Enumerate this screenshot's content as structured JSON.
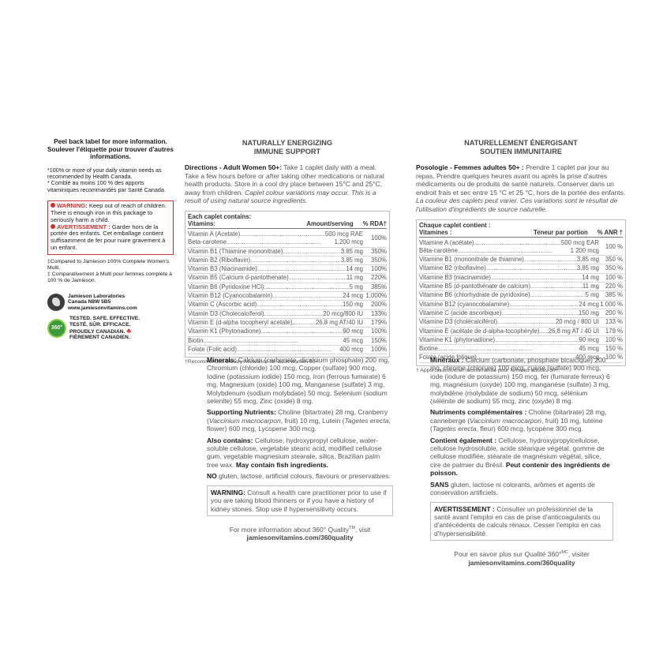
{
  "left": {
    "peel_en": "Peel back label for more information.",
    "peel_fr": "Soulever l'étiquette pour trouver d'autres informations.",
    "note_en": "*100% or more of your daily vitamin needs as recommended by Health Canada.",
    "note_fr": "* Comblé au moins 100 % des apports vitaminiques recommandés par Santé Canada.",
    "warning_label": "WARNING:",
    "warning_text": "Keep out of reach of children. There is enough iron in this package to seriously harm a child.",
    "avert_label": "AVERTISSEMENT :",
    "avert_text": "Garder hors de la portée des enfants. Cet emballage contient suffisamment de fer pour nuire gravement à un enfant.",
    "compare_en": "‡Compared to Jamieson 100% Complete Women's Multi.",
    "compare_fr": "‡ Comparativement à Multi pour femmes complète à 100 % de Jamieson.",
    "company": "Jamieson Laboratories",
    "address": "Canada  N8W 5B5",
    "web": "www.jamiesonvitamins.com",
    "badge_lines": [
      "TESTED. SAFE. EFFECTIVE.",
      "TESTÉ. SÛR. EFFICACE.",
      "PROUDLY CANADIAN.",
      "FIÈREMENT CANADIEN."
    ],
    "badge_360": "360°",
    "logo_icon": "jamieson-logo-icon",
    "quality_icon": "360-quality-seal-icon",
    "accent_color": "#d0312d"
  },
  "en": {
    "title1": "NATURALLY ENERGIZING",
    "title2": "IMMUNE SUPPORT",
    "dir_label": "Directions - Adult Women 50+:",
    "dir_text": " Take 1 caplet daily with a meal. Take a few hours before or after taking other medications or natural health products. Store in a cool dry place between 15°C and 25°C, away from children. ",
    "dir_italic": "Caplet colour variations may occur. This is a result of using natural source ingredients.",
    "each": "Each caplet contains:",
    "col_vit": "Vitamins:",
    "col_amt": "Amount/serving",
    "col_pct": "% RDA†",
    "vitA": {
      "name": "Vitamin A (Acetate)",
      "amt": "500 mcg RAE",
      "name2": "Beta-carotene",
      "amt2": "1,200 mcg",
      "pct": "100%"
    },
    "vitamins": [
      {
        "name": "Vitamin B1 (Thiamine mononitrate)",
        "amt": "3.85 mg",
        "pct": "350%"
      },
      {
        "name": "Vitamin B2 (Riboflavin)",
        "amt": "3.85 mg",
        "pct": "350%"
      },
      {
        "name": "Vitamin B3 (Niacinamide)",
        "amt": "14 mg",
        "pct": "100%"
      },
      {
        "name": "Vitamin B5 (Calcium d-pantothenate)",
        "amt": "11 mg",
        "pct": "220%"
      },
      {
        "name": "Vitamin B6 (Pyridoxine HCl)",
        "amt": "5 mg",
        "pct": "385%"
      },
      {
        "name": "Vitamin B12 (Cyanocobalamin)",
        "amt": "24 mcg",
        "pct": "1,000%"
      },
      {
        "name": "Vitamin C (Ascorbic acid)",
        "amt": "150 mg",
        "pct": "200%"
      },
      {
        "name": "Vitamin D3 (Cholecalciferol)",
        "amt": "20 mcg/800 IU",
        "pct": "133%"
      },
      {
        "name": "Vitamin E (d-alpha tocopheryl acetate)",
        "amt": "26.8 mg AT/40 IU",
        "pct": "179%"
      },
      {
        "name": "Vitamin K1 (Phytonadione)",
        "amt": "90 mcg",
        "pct": "100%"
      },
      {
        "name": "Biotin",
        "amt": "45 mcg",
        "pct": "150%"
      },
      {
        "name": "Folate (Folic acid)",
        "amt": "400 mcg",
        "pct": "100%"
      }
    ],
    "footnote": "†Recommended Dietary Allowance for adult women 50+.",
    "minerals_label": "Minerals:",
    "minerals": " Calcium (carbonate, dicalcium phosphate) 200 mg, Chromium (chloride) 100 mcg, Copper (sulfate) 900 mcg, Iodine (potassium iodide) 150 mcg, Iron (ferrous fumarate) 6 mg, Magnesium (oxide) 100 mg, Manganese (sulfate) 3 mg, Molybdenum (sodium molybdate) 50 mcg, Selenium (sodium selenite) 55 mcg, Zinc (oxide) 8 mg.",
    "supp_label": "Supporting Nutrients:",
    "supp_a": " Choline (bitartrate) 28 mg, Cranberry (",
    "supp_i1": "Vaccinium macrocarpon",
    "supp_b": ", fruit) 10 mg, Lutein (",
    "supp_i2": "Tagetes erecta",
    "supp_c": ", flower) 600 mcg, Lycopene 300 mcg.",
    "also_label": "Also contains:",
    "also_text": " Cellulose, hydroxypropyl cellulose, water-soluble cellulose, vegetable stearic acid, modified cellulose gum, vegetable magnesium stearate, silica, Brazilian palm tree wax. ",
    "also_bold": "May contain fish ingredients.",
    "no_label": "NO",
    "no_text": " gluten, lactose, artificial colours, flavours or preservatives.",
    "warn_label": "WARNING:",
    "warn_text": " Consult a health care practitioner prior to use if you are taking blood thinners or if you have a history of kidney stones. Stop use if hypersensitivity occurs.",
    "more": "For more information about 360° Quality",
    "more_tm": "TM",
    "more_end": ", visit",
    "url": "jamiesonvitamins.com/360quality"
  },
  "fr": {
    "title1": "NATURELLEMENT ÉNERGISANT",
    "title2": "SOUTIEN IMMUNITAIRE",
    "dir_label": "Posologie - Femmes adultes 50+ :",
    "dir_text": " Prendre 1 caplet par jour au repas. Prendre quelques heures avant ou après la prise d'autres médicaments ou de produits de santé naturels. Conserver dans un endroit frais et sec entre 15 °C et 25 °C, hors de la portée des enfants. ",
    "dir_italic": "La couleur des caplets peut varier. Ces variations sont le résultat de l'utilisation d'ingrédients de source naturelle.",
    "each": "Chaque caplet contient :",
    "col_vit": "Vitamines :",
    "col_amt": "Teneur par portion",
    "col_pct": "% ANR †",
    "vitA": {
      "name": "Vitamine A (acétate)",
      "amt": "500 mcg EAR",
      "name2": "Bêta-carotène",
      "amt2": "1 200 mcg",
      "pct": "100 %"
    },
    "vitamins": [
      {
        "name": "Vitamine B1 (mononitrate de thiamine)",
        "amt": "3,85 mg",
        "pct": "350 %"
      },
      {
        "name": "Vitamine B2 (riboflavine)",
        "amt": "3,85 mg",
        "pct": "350 %"
      },
      {
        "name": "Vitamine B3 (niacinamide)",
        "amt": "14 mg",
        "pct": "100 %"
      },
      {
        "name": "Vitamine B5 (d-pantothénate de calcium)",
        "amt": "11 mg",
        "pct": "220 %"
      },
      {
        "name": "Vitamine B6 (chlorhydrate de pyridoxine)",
        "amt": "5 mg",
        "pct": "385 %"
      },
      {
        "name": "Vitamine B12 (cyanocobalamine)",
        "amt": "24 mcg",
        "pct": "1 000 %"
      },
      {
        "name": "Vitamine C (acide ascorbique)",
        "amt": "150 mg",
        "pct": "200 %"
      },
      {
        "name": "Vitamine D3 (cholécalciférol)",
        "amt": "20 mcg / 800 UI",
        "pct": "133 %"
      },
      {
        "name": "Vitamine E (acétate de d-alpha-tocophéryle)",
        "amt": "26,8 mg AT / 40 UI",
        "pct": "179 %"
      },
      {
        "name": "Vitamine K1 (phytonadione)",
        "amt": "90 mcg",
        "pct": "100 %"
      },
      {
        "name": "Biotine",
        "amt": "45 mcg",
        "pct": "150 %"
      },
      {
        "name": "Folate (acide folique)",
        "amt": "400 mcg",
        "pct": "100 %"
      }
    ],
    "footnote": "† Apport nutritionnel recommandé pour femmes adultes 50+.",
    "minerals_label": "Minéraux :",
    "minerals": " Calcium (carbonate, phosphate bicalcique) 200 mg, chrome (chlorure) 100 mcg, cuivre (sulfate) 900 mcg, iode (iodure de potassium) 150 mcg, fer (fumarate ferreux) 6 mg, magnésium (oxyde) 100 mg, manganèse (sulfate) 3 mg, molybdène (molybdate de sodium) 50 mcg, sélénium (sélénite de sodium) 55 mcg, zinc (oxyde) 8 mg.",
    "supp_label": "Nutriments complémentaires :",
    "supp_a": " Choline (bitartrate) 28 mg, canneberge (",
    "supp_i1": "Vaccinium macrocarpon",
    "supp_b": ", fruit) 10 mg, lutéine (",
    "supp_i2": "Tagetes erecta",
    "supp_c": ", fleur) 600 mcg, lycopène 300 mcg.",
    "also_label": "Contient également :",
    "also_text": " Cellulose, hydroxypropylcellulose, cellulose hydrosoluble, acide stéarique végétal, gomme de cellulose modifiée, stéarate de magnésium végétal, silice, cire de palmier du Brésil. ",
    "also_bold": "Peut contenir des ingrédients de poisson.",
    "no_label": "SANS",
    "no_text": " gluten, lactose ni colorants, arômes et agents de conservation artificiels.",
    "warn_label": "AVERTISSEMENT :",
    "warn_text": " Consulter un professionnel de la santé avant l'emploi en cas de prise d'anticoagulants ou d'antécédents de calculs rénaux. Cesser l'emploi en cas d'hypersensibilité.",
    "more": "Pour en savoir plus sur Qualité 360°",
    "more_tm": "MC",
    "more_end": ", visiter",
    "url": "jamiesonvitamins.com/360quality"
  }
}
